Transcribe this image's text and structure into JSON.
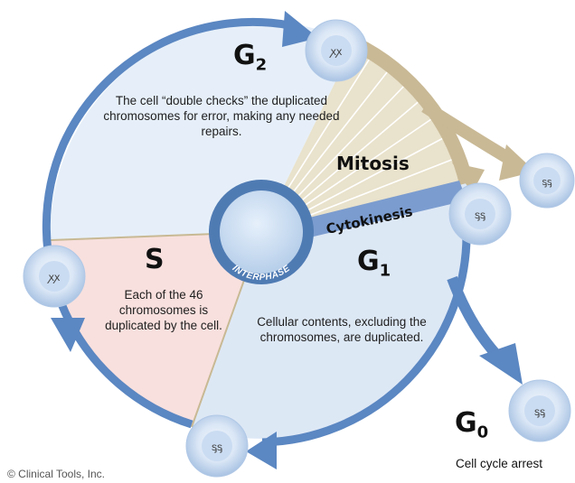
{
  "phases": {
    "g2": {
      "letter": "G",
      "sub": "2",
      "description": "The cell “double checks” the duplicated chromosomes for error, making any needed repairs."
    },
    "s": {
      "letter": "S",
      "description": "Each of the 46 chromosomes is duplicated by the cell."
    },
    "g1": {
      "letter": "G",
      "sub": "1",
      "description": "Cellular contents, excluding the chromosomes, are duplicated."
    },
    "g0": {
      "letter": "G",
      "sub": "0",
      "description": "Cell cycle arrest"
    }
  },
  "mitosis_label": "Mitosis",
  "cytokinesis_label": "Cytokinesis",
  "interphase_label": "INTERPHASE",
  "copyright": "© Clinical Tools, Inc.",
  "colors": {
    "cycle_arrow": "#5b87c2",
    "g1_region": "#dde8f5",
    "g2_region": "#e5eff9",
    "s_region": "#f7dddb",
    "mitosis_region": "#e8e0c9",
    "hub_ring": "#4f7bb3",
    "hub_inner": "#cfe0f4",
    "cell_fill": "#c9dcf1"
  }
}
